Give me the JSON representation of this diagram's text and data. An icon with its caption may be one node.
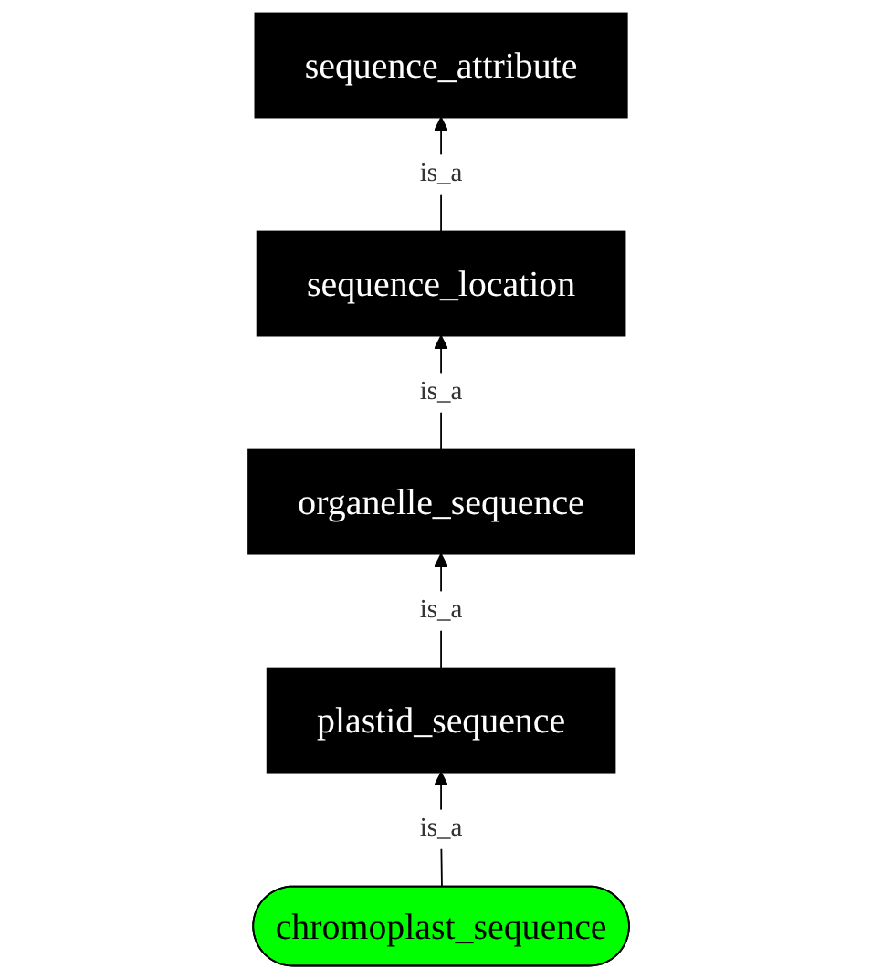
{
  "diagram": {
    "nodes": [
      {
        "text": [
          "sequence_attribute"
        ]
      },
      {
        "text": [
          "sequence_location"
        ]
      },
      {
        "text": [
          "organelle_sequence"
        ]
      },
      {
        "text": [
          "plastid_sequence"
        ]
      },
      {
        "text": [
          "chromoplast_sequence"
        ]
      }
    ],
    "edges": [
      {
        "from": 1,
        "to": 0,
        "arrow": "to",
        "label": "is_a"
      },
      {
        "from": 2,
        "to": 1,
        "arrow": "to",
        "label": "is_a"
      },
      {
        "from": 3,
        "to": 2,
        "arrow": "to",
        "label": "is_a"
      },
      {
        "from": 4,
        "to": 3,
        "arrow": "to",
        "label": "is_a"
      }
    ]
  }
}
